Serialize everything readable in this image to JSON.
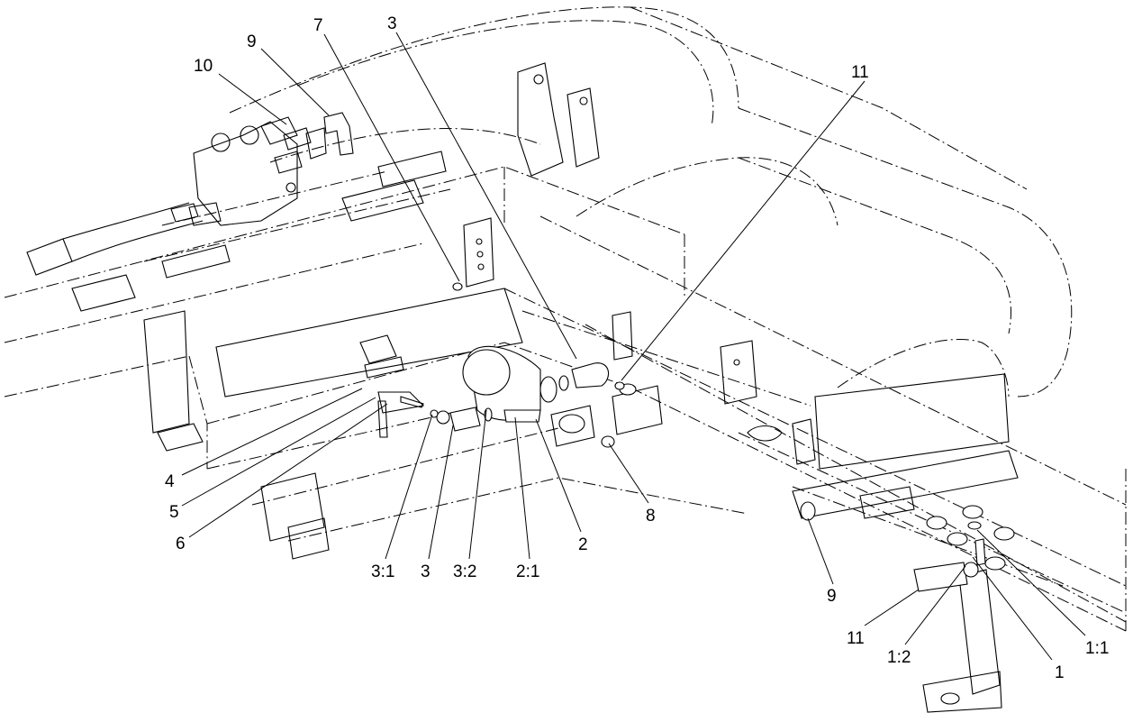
{
  "callouts": [
    {
      "key": "c10",
      "text": "10"
    },
    {
      "key": "c9top",
      "text": "9"
    },
    {
      "key": "c7",
      "text": "7"
    },
    {
      "key": "c3top",
      "text": "3"
    },
    {
      "key": "c11top",
      "text": "11"
    },
    {
      "key": "c4",
      "text": "4"
    },
    {
      "key": "c5",
      "text": "5"
    },
    {
      "key": "c6",
      "text": "6"
    },
    {
      "key": "c31",
      "text": "3:1"
    },
    {
      "key": "c3bot",
      "text": "3"
    },
    {
      "key": "c32",
      "text": "3:2"
    },
    {
      "key": "c21",
      "text": "2:1"
    },
    {
      "key": "c2",
      "text": "2"
    },
    {
      "key": "c8",
      "text": "8"
    },
    {
      "key": "c9bot",
      "text": "9"
    },
    {
      "key": "c11bot",
      "text": "11"
    },
    {
      "key": "c12",
      "text": "1:2"
    },
    {
      "key": "c1",
      "text": "1"
    },
    {
      "key": "c11",
      "text": "1:1"
    }
  ]
}
